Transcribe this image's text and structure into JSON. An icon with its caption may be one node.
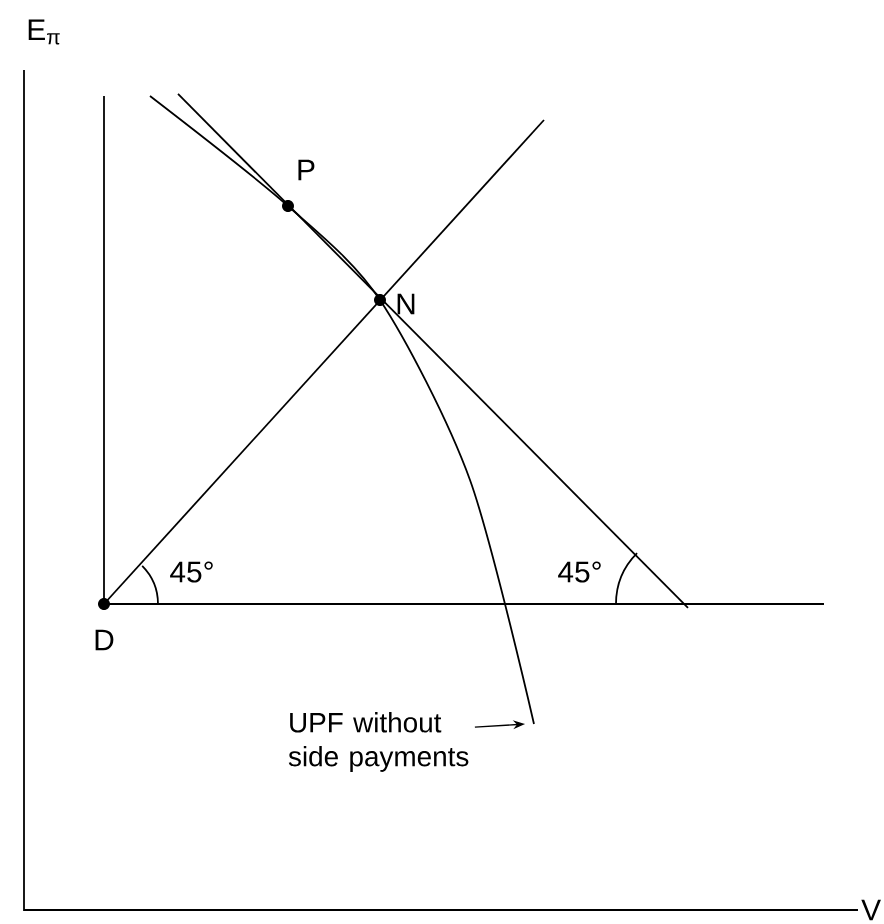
{
  "diagram": {
    "nodes": [
      {
        "text": [
          "UPF without side payments"
        ]
      },
      {
        "text": [],
        "shape": "curve"
      }
    ],
    "edges": [
      {
        "from": 0,
        "to": 1,
        "arrow": "to"
      }
    ],
    "labels": [
      "E$_{π}$",
      "P",
      "N",
      "45°",
      "45°",
      "D",
      "V"
    ]
  }
}
